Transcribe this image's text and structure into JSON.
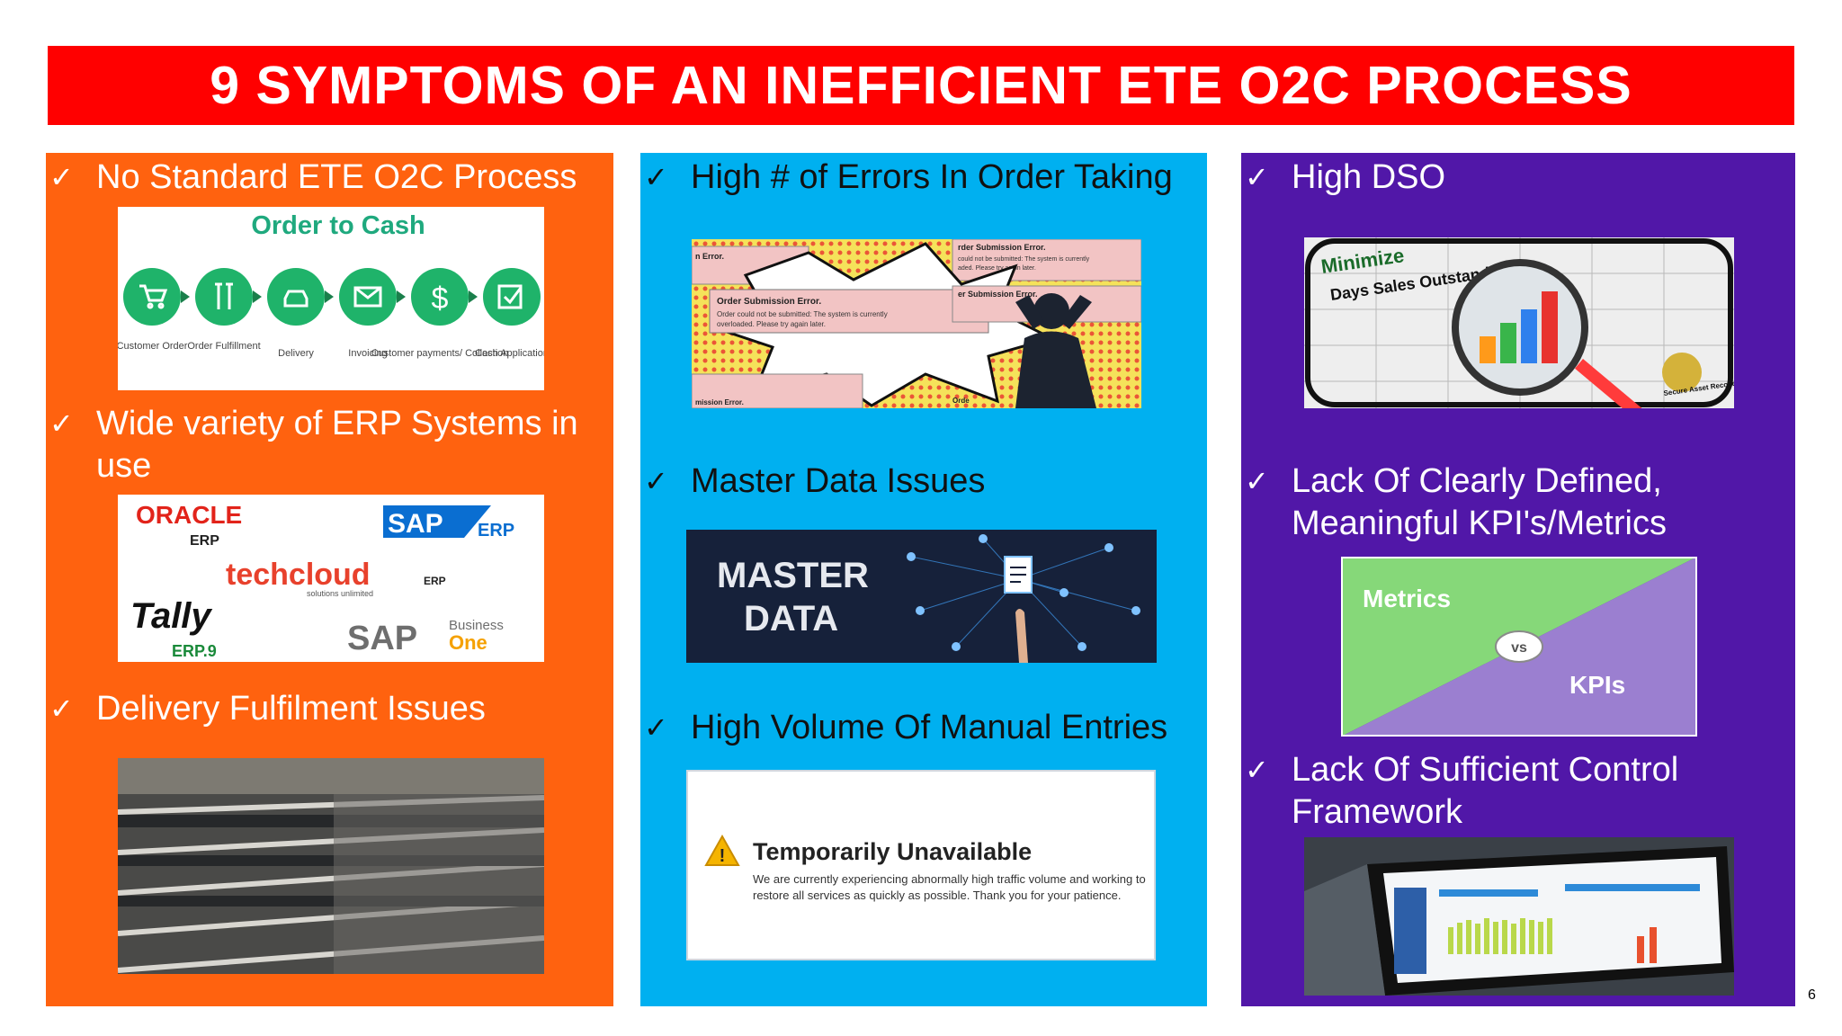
{
  "title": "9 SYMPTOMS OF AN INEFFICIENT ETE O2C PROCESS",
  "checkmark": "✓",
  "page_number": "6",
  "colors": {
    "title_bg": "#ff0000",
    "col1": "#ff620f",
    "col2": "#00b0f0",
    "col3": "#5117a8"
  },
  "columns": [
    {
      "items": [
        {
          "label": "No Standard ETE O2C Process"
        },
        {
          "label": "Wide variety of ERP Systems in use"
        },
        {
          "label": "Delivery Fulfilment Issues"
        }
      ]
    },
    {
      "items": [
        {
          "label": "High # of Errors In Order Taking"
        },
        {
          "label": "Master Data Issues"
        },
        {
          "label": "High Volume Of Manual Entries"
        }
      ]
    },
    {
      "items": [
        {
          "label": "High DSO"
        },
        {
          "label": "Lack Of Clearly Defined, Meaningful KPI's/Metrics"
        },
        {
          "label": "Lack Of Sufficient Control Framework"
        }
      ]
    }
  ],
  "o2c_image": {
    "title": "Order to Cash",
    "steps": [
      "Customer Order",
      "Order Fulfillment",
      "Delivery",
      "Invoicing",
      "Customer payments/ Collection",
      "Cash Application"
    ]
  },
  "erp_image": {
    "oracle": "ORACLE",
    "oracle_sub": "ERP",
    "sap": "SAP",
    "sap_erp": "ERP",
    "techcloud": "techcloud",
    "techcloud_erp": "ERP",
    "techcloud_sub": "solutions unlimited",
    "tally": "Tally",
    "tally_sub": "ERP.9",
    "sap_b1": "SAP",
    "b1_business": "Business",
    "b1_one": "One"
  },
  "errors_image": {
    "msg_title": "Order Submission Error.",
    "msg_body1": "Order could not be submitted: The system is currently",
    "msg_body2": "overloaded. Please try again later.",
    "frag_a": "rder Submission Error.",
    "frag_b": "could not be submitted: The system is currently",
    "frag_c": "aded. Please try again later.",
    "frag_d": "er Submission Error.",
    "frag_e": "n Error.",
    "frag_f": "mission Error.",
    "frag_g": "Orde"
  },
  "master_image": {
    "line1": "MASTER",
    "line2": "DATA"
  },
  "unavailable_image": {
    "title": "Temporarily Unavailable",
    "body1": "We are currently experiencing abnormally high traffic volume and working to",
    "body2": "restore all services as quickly as possible. Thank you for your patience."
  },
  "dso_image": {
    "line1": "Minimize",
    "line2": "Days Sales Outstanding",
    "badge": "Secure Asset Recoveries"
  },
  "metrics_image": {
    "left": "Metrics",
    "vs": "vs",
    "right": "KPIs"
  }
}
